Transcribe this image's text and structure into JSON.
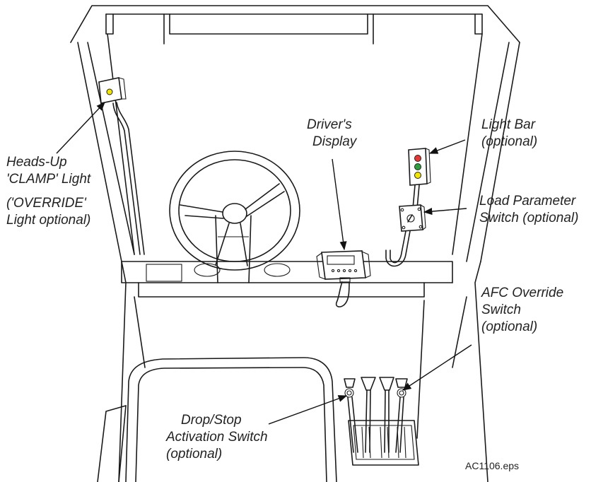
{
  "labels": {
    "heads_up_line1": "Heads-Up",
    "heads_up_line2": "'CLAMP' Light",
    "override_line1": "('OVERRIDE'",
    "override_line2": "Light optional)",
    "drivers_display_line1": "Driver's",
    "drivers_display_line2": "Display",
    "light_bar_line1": "Light Bar",
    "light_bar_line2": "(optional)",
    "load_param_line1": "Load Parameter",
    "load_param_line2": "Switch (optional)",
    "afc_line1": "AFC Override",
    "afc_line2": "Switch",
    "afc_line3": "(optional)",
    "drop_stop_line1": "Drop/Stop",
    "drop_stop_line2": "Activation Switch",
    "drop_stop_line3": "(optional)",
    "file_name": "AC1106.eps"
  },
  "colors": {
    "clamp_light": "#f2e600",
    "light_bar_red": "#e53935",
    "light_bar_green": "#2e9e3e",
    "light_bar_yellow": "#f2e600"
  }
}
